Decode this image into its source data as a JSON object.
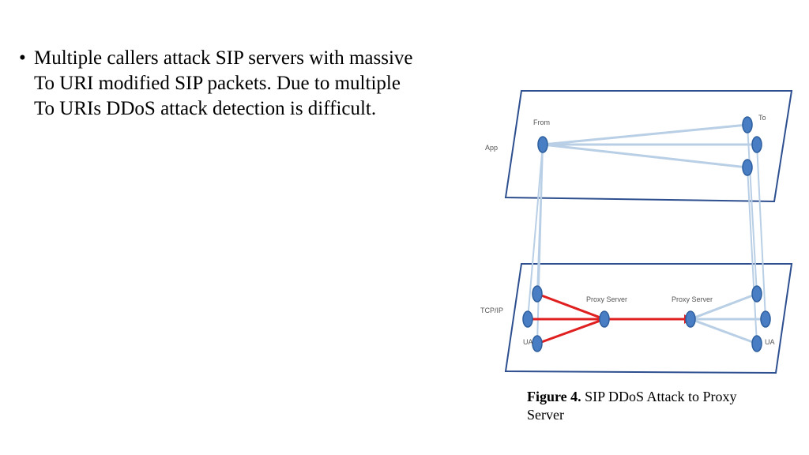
{
  "slide": {
    "bullet_marker": "•",
    "bullet_text": "Multiple callers attack SIP servers with massive To URI modified SIP packets. Due to multiple To URIs DDoS attack detection is difficult."
  },
  "diagram": {
    "top_plane_label": "App",
    "bottom_plane_label": "TCP/IP",
    "from_label": "From",
    "to_label": "To",
    "proxy_left_label": "Proxy Server",
    "proxy_right_label": "Proxy Server",
    "ua_left_label": "UA",
    "ua_right_label": "UA",
    "colors": {
      "plane": "#2e4f8f",
      "node": "#4a7ec4",
      "attack": "#e02020",
      "link": "#b9cfe6"
    }
  },
  "caption": {
    "label": "Figure 4.",
    "text": " SIP DDoS Attack to Proxy Server"
  }
}
